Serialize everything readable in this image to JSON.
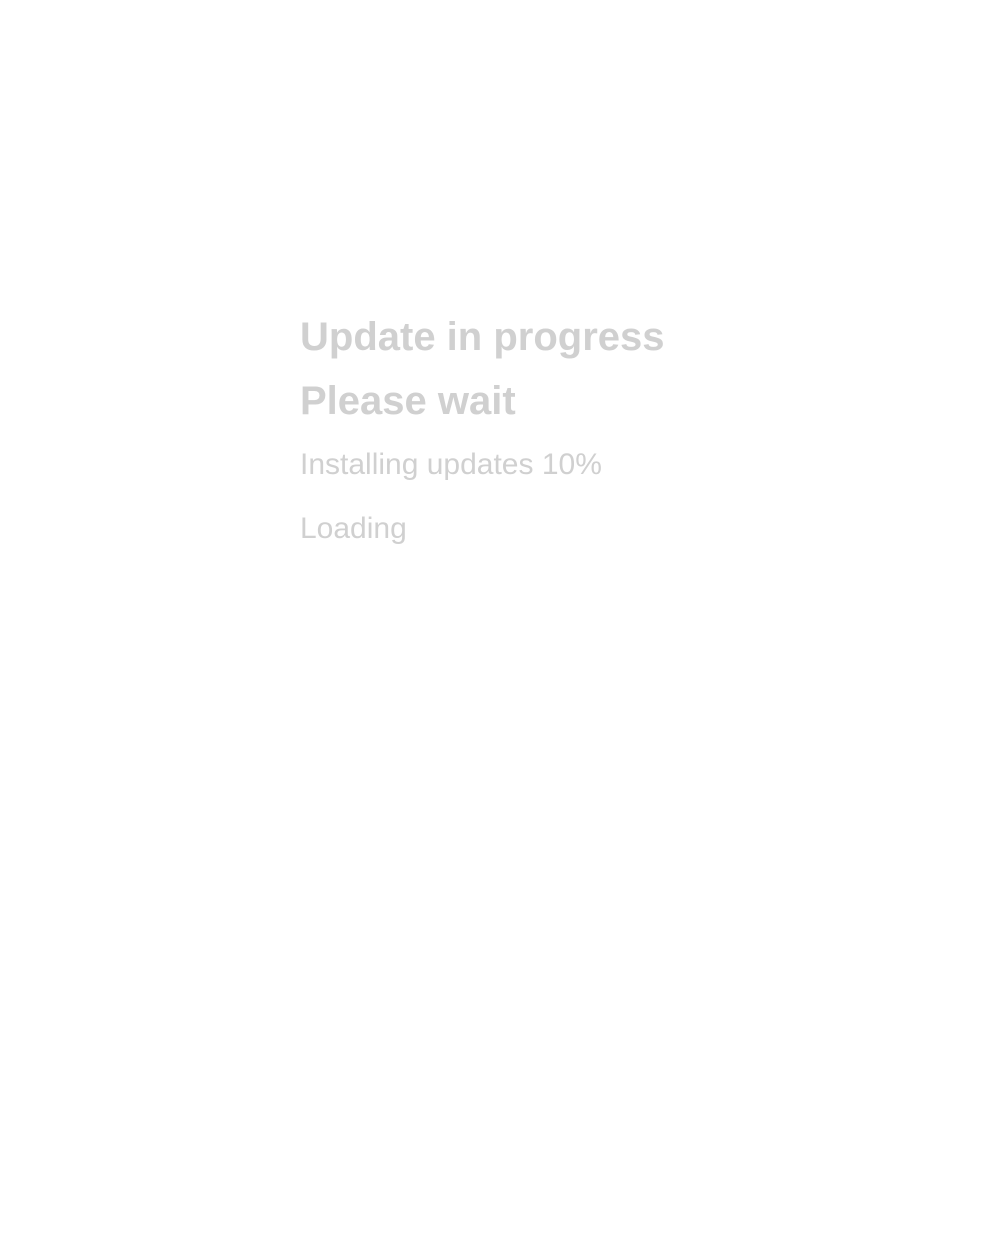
{
  "content": {
    "heading_line1": "Update in progress",
    "heading_line2": "Please wait",
    "subtext_line1": "Installing updates 10%",
    "subtext_line2": "Loading"
  }
}
